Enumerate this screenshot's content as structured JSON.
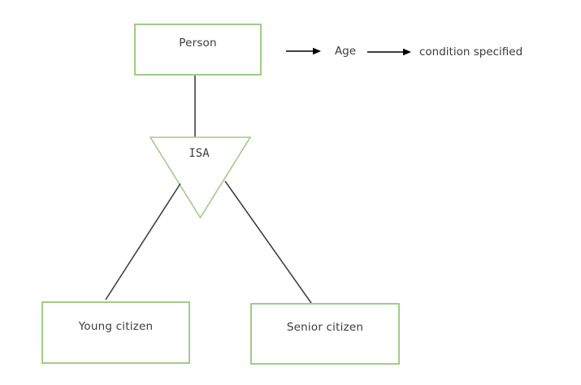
{
  "diagram": {
    "title_hint": "ISA specialization diagram",
    "nodes": {
      "person": {
        "label": "Person",
        "shape": "rectangle"
      },
      "isa": {
        "label": "ISA",
        "shape": "inverted-triangle"
      },
      "young": {
        "label": "Young citizen",
        "shape": "rectangle"
      },
      "senior": {
        "label": "Senior citizen",
        "shape": "rectangle"
      }
    },
    "edges": [
      {
        "from": "person",
        "to": "isa",
        "style": "plain"
      },
      {
        "from": "isa",
        "to": "young",
        "style": "plain"
      },
      {
        "from": "isa",
        "to": "senior",
        "style": "plain"
      }
    ],
    "annotation": {
      "arrow1": "right-arrow",
      "age_label": "Age",
      "arrow2": "right-arrow",
      "condition_label": "condition specified"
    },
    "colors": {
      "entity_border": "#9FCD85",
      "connector": "#404040",
      "text": "#3b3b3b",
      "background": "#ffffff"
    }
  }
}
